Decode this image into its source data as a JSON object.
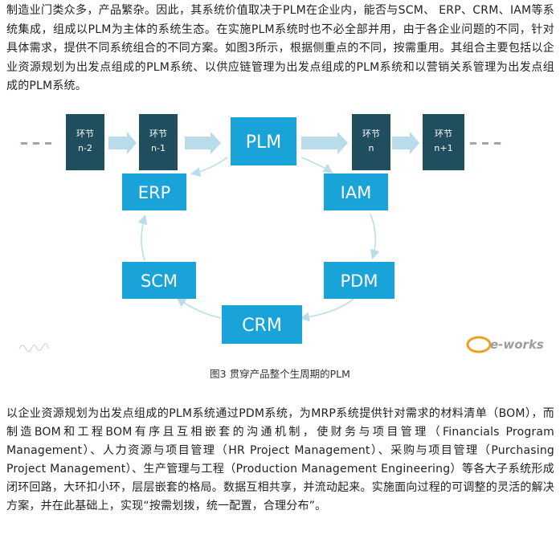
{
  "paragraph1": "制造业门类众多，产品繁杂。因此，其系统价值取决于PLM在企业内，能否与SCM、 ERP、CRM、IAM等系统集成，组成以PLM为主体的系统生态。在实施PLM系统时也不必全部并用，由于各企业问题的不同，针对具体需求，提供不同系统组合的不同方案。如图3所示，根据侧重点的不同，按需重用。其组合主要包括以企业资源规划为出发点组成的PLM系统、以供应链管理为出发点组成的PLM系统和以营销关系管理为出发点组成的PLM系统。",
  "figure": {
    "links": [
      {
        "line1": "环节",
        "line2": "n-2"
      },
      {
        "line1": "环节",
        "line2": "n-1"
      },
      {
        "line1": "环节",
        "line2": "n"
      },
      {
        "line1": "环节",
        "line2": "n+1"
      }
    ],
    "systems": {
      "plm": "PLM",
      "erp": "ERP",
      "iam": "IAM",
      "scm": "SCM",
      "pdm": "PDM",
      "crm": "CRM"
    },
    "watermark": "e-works",
    "colors": {
      "dark_box": "#1f4e5f",
      "system_box": "#1aa3d9",
      "arrow": "#b8dcea",
      "dots": "#9aa7ad"
    }
  },
  "caption": "图3 贯穿产品整个生周期的PLM",
  "paragraph2": "以企业资源规划为出发点组成的PLM系统通过PDM系统，为MRP系统提供针对需求的材料清单（BOM），而制造BOM和工程BOM有序且互相嵌套的沟通机制，使财务与项目管理（Financials Program Management）、人力资源与项目管理（HR Project Management）、采购与项目管理（Purchasing Project Management）、生产管理与工程（Production Management Engineering）等各大子系统形成闭环回路，大环扣小环，层层嵌套的格局。数据互相共享，并流动起来。实施面向过程的可调整的灵活的解决方案，并在此基础上，实现“按需划拨，统一配置，合理分布”。"
}
